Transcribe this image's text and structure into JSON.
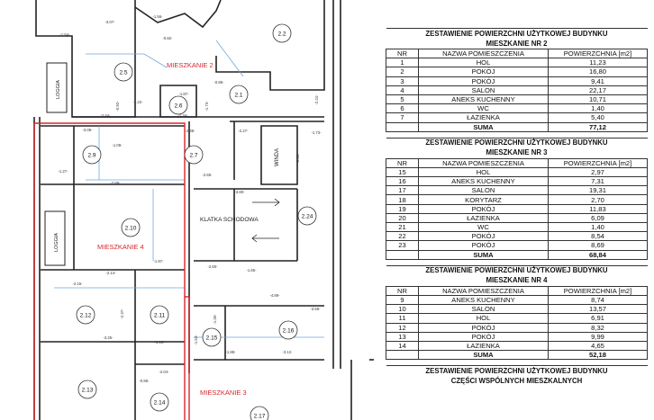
{
  "rooms": [
    {
      "id": "2.1",
      "label": "2.1"
    },
    {
      "id": "2.2",
      "label": "2.2"
    },
    {
      "id": "2.5",
      "label": "2.5"
    },
    {
      "id": "2.6",
      "label": "2.6"
    },
    {
      "id": "2.7",
      "label": "2.7"
    },
    {
      "id": "2.9",
      "label": "2.9"
    },
    {
      "id": "2.10",
      "label": "2.10"
    },
    {
      "id": "2.11",
      "label": "2.11"
    },
    {
      "id": "2.12",
      "label": "2.12"
    },
    {
      "id": "2.13",
      "label": "2.13"
    },
    {
      "id": "2.14",
      "label": "2.14"
    },
    {
      "id": "2.15",
      "label": "2.15"
    },
    {
      "id": "2.16",
      "label": "2.16"
    },
    {
      "id": "2.17",
      "label": "2.17"
    },
    {
      "id": "2.24",
      "label": "2.24"
    }
  ],
  "labels": {
    "apt2": "MIESZKANIE 2",
    "apt3": "MIESZKANIE 3",
    "apt4": "MIESZKANIE 4",
    "stair": "KLATKA SCHODOWA",
    "winda": "WINDA",
    "loggia_top": "LOGGIA",
    "loggia_mid": "LOGGIA"
  },
  "dimensions": [
    "-3.07-",
    "-1.56-",
    "-0.82-",
    "-1.54-",
    "-1.22-",
    "-0.92-",
    "-2.44-",
    "-0.86-",
    "-1.87-",
    "-1.34-",
    "-1.73-",
    "-2.39-",
    "-3.09-",
    "-2.27-",
    "-1.09-",
    "-2.89-",
    "-2.65-",
    "-3.80-",
    "-1.73-",
    "-2.36-",
    "-1.27-",
    "-2.14-",
    "-1.97-",
    "-2.60-",
    "-1.65-",
    "-2.15-",
    "-2.37-",
    "-3.25-",
    "-4.89-",
    "-3.59-",
    "-1.88-",
    "-3.12-",
    "-1.53-",
    "-1.35-",
    "-2.24-",
    "-0.86-",
    "-1.16-",
    "-2.04-"
  ],
  "tables": [
    {
      "title_line1": "ZESTAWIENIE POWIERZCHNI UŻYTKOWEJ BUDYNKU",
      "title_line2": "MIESZKANIE NR 2",
      "headers": [
        "NR",
        "NAZWA POMIESZCZENIA",
        "POWIERZCHNIA [m2]"
      ],
      "rows": [
        [
          "1",
          "HOL",
          "11,23"
        ],
        [
          "2",
          "POKÓJ",
          "16,80"
        ],
        [
          "3",
          "POKÓJ",
          "9,41"
        ],
        [
          "4",
          "SALON",
          "22,17"
        ],
        [
          "5",
          "ANEKS KUCHENNY",
          "10,71"
        ],
        [
          "6",
          "WC",
          "1,40"
        ],
        [
          "7",
          "ŁAZIENKA",
          "5,40"
        ]
      ],
      "sum_label": "SUMA",
      "sum_value": "77,12"
    },
    {
      "title_line1": "ZESTAWIENIE POWIERZCHNI UŻYTKOWEJ BUDYNKU",
      "title_line2": "MIESZKANIE NR 3",
      "headers": [
        "NR",
        "NAZWA POMIESZCZENIA",
        "POWIERZCHNIA [m2]"
      ],
      "rows": [
        [
          "15",
          "HOL",
          "2,97"
        ],
        [
          "16",
          "ANEKS KUCHENNY",
          "7,31"
        ],
        [
          "17",
          "SALON",
          "19,31"
        ],
        [
          "18",
          "KORYTARZ",
          "2,70"
        ],
        [
          "19",
          "POKÓJ",
          "11,83"
        ],
        [
          "20",
          "ŁAZIENKA",
          "6,09"
        ],
        [
          "21",
          "WC",
          "1,40"
        ],
        [
          "22",
          "POKÓJ",
          "8,54"
        ],
        [
          "23",
          "POKÓJ",
          "8,69"
        ]
      ],
      "sum_label": "SUMA",
      "sum_value": "68,84"
    },
    {
      "title_line1": "ZESTAWIENIE POWIERZCHNI UŻYTKOWEJ BUDYNKU",
      "title_line2": "MIESZKANIE NR 4",
      "headers": [
        "NR",
        "NAZWA POMIESZCZENIA",
        "POWIERZCHNIA [m2]"
      ],
      "rows": [
        [
          "9",
          "ANEKS KUCHENNY",
          "8,74"
        ],
        [
          "10",
          "SALON",
          "13,57"
        ],
        [
          "11",
          "HOL",
          "6,91"
        ],
        [
          "12",
          "POKÓJ",
          "8,32"
        ],
        [
          "13",
          "POKÓJ",
          "9,99"
        ],
        [
          "14",
          "ŁAZIENKA",
          "4,65"
        ]
      ],
      "sum_label": "SUMA",
      "sum_value": "52,18"
    },
    {
      "title_line1": "ZESTAWIENIE POWIERZCHNI UŻYTKOWEJ BUDYNKU",
      "title_line2": "CZĘŚCI WSPÓLNYCH MIESZKALNYCH",
      "headers": [],
      "rows": [],
      "sum_label": "",
      "sum_value": ""
    }
  ],
  "colors": {
    "apartment_outline": "#d9262c",
    "walls": "#222222",
    "partitions": "#6fa8dc",
    "room_circle": "#333333"
  }
}
